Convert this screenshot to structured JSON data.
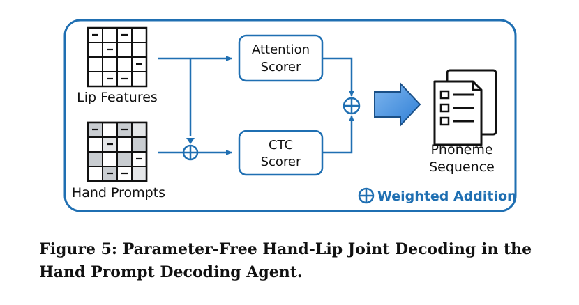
{
  "diagram": {
    "lip_features_label": "Lip Features",
    "hand_prompts_label": "Hand Prompts",
    "attention_scorer": [
      "Attention",
      "Scorer"
    ],
    "ctc_scorer": [
      "CTC",
      "Scorer"
    ],
    "phoneme_sequence": [
      "Phoneme",
      "Sequence"
    ],
    "legend_label": "Weighted Addition",
    "accent_color": "#1f6fb2",
    "arrow_fill_color": "#4a90e2",
    "grid_shade_color": "#c9cdd1"
  },
  "caption": {
    "line1": "Figure 5: Parameter-Free Hand-Lip Joint Decoding in the",
    "line2": "Hand Prompt Decoding Agent."
  }
}
